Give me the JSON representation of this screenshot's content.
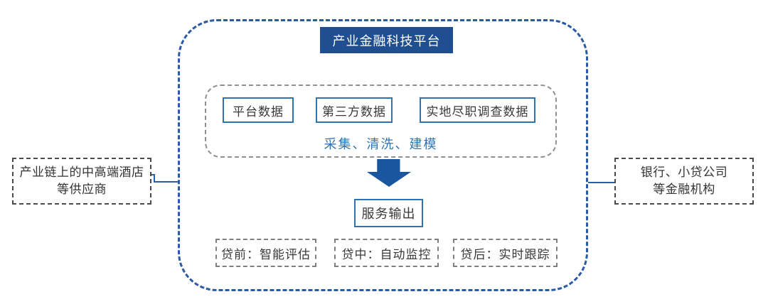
{
  "platform": {
    "title": "产业金融科技平台",
    "data_sources": [
      "平台数据",
      "第三方数据",
      "实地尽职调查数据"
    ],
    "process_label": "采集、清洗、建模",
    "output_label": "服务输出",
    "services": [
      "贷前：智能评估",
      "贷中：自动监控",
      "贷后：实时跟踪"
    ]
  },
  "left_entity": {
    "line1": "产业链上的中高端酒店",
    "line2": "等供应商"
  },
  "right_entity": {
    "line1": "银行、小贷公司",
    "line2": "等金融机构"
  },
  "icons": {
    "down_arrow": "down-arrow-icon"
  },
  "colors": {
    "header_fill": "#1f4e91",
    "outer_dashed_border": "#2b5aa7",
    "solid_box_border": "#2e74b5",
    "process_text": "#2e74b5",
    "arrow_fill": "#1a55a0",
    "connector_line": "#2e5fa3",
    "inner_dashed_border": "#909090",
    "service_dashed_border": "#7f7f7f",
    "side_dashed_border": "#4a4a4a",
    "dark_text": "#3b3838",
    "background": "#ffffff"
  }
}
